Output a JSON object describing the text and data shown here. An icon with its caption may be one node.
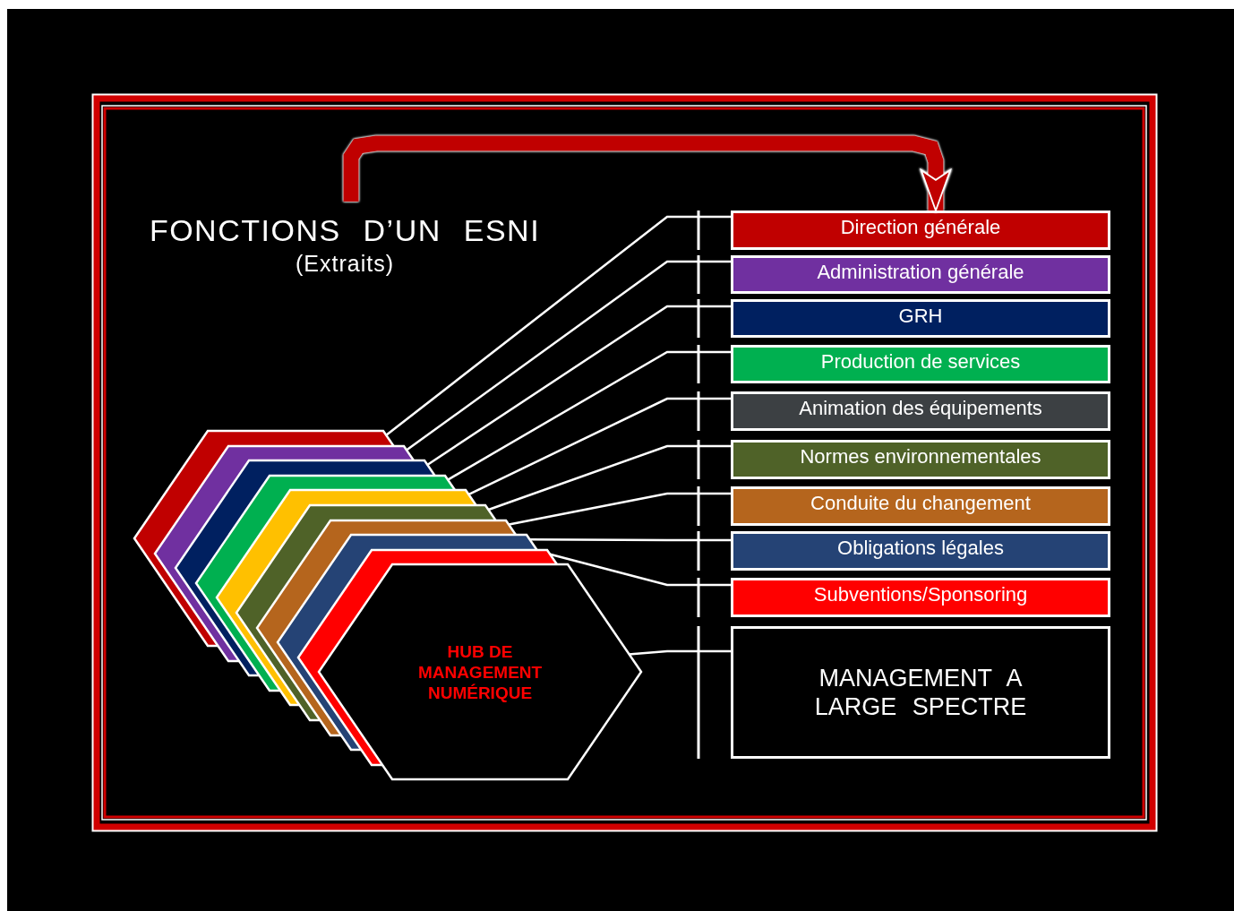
{
  "diagram": {
    "title": "FONCTIONS D’UN ESNI",
    "nodes": [
      {
        "text": [],
        "shape": "hexagon"
      },
      {
        "text": [],
        "shape": "hexagon",
        "in": 0
      },
      {
        "text": [],
        "shape": "hexagon",
        "in": 1
      },
      {
        "text": [],
        "shape": "hexagon",
        "in": 2
      },
      {
        "text": [],
        "shape": "hexagon",
        "in": 3
      },
      {
        "text": [],
        "shape": "hexagon",
        "in": 4
      },
      {
        "text": [],
        "shape": "hexagon",
        "in": 5
      },
      {
        "text": [],
        "shape": "hexagon",
        "in": 6
      },
      {
        "text": [],
        "shape": "hexagon",
        "in": 7
      },
      {
        "text": [
          "HUB DE MANAGEMENT NUMÉRIQUE"
        ],
        "in": 8
      },
      {
        "text": [
          "Direction générale"
        ]
      },
      {
        "text": [
          "Administration générale"
        ]
      },
      {
        "text": [
          "GRH"
        ]
      },
      {
        "text": [
          "Production de services"
        ]
      },
      {
        "text": [
          "Animation des équipements"
        ]
      },
      {
        "text": [
          "Normes environnementales"
        ]
      },
      {
        "text": [
          "Conduite du changement"
        ]
      },
      {
        "text": [
          "Obligations légales"
        ]
      },
      {
        "text": [
          "Subventions/Sponsoring"
        ]
      },
      {
        "text": [
          "MANAGEMENT A LARGE SPECTRE"
        ]
      }
    ],
    "edges": [
      {
        "from": 0,
        "to": 10,
        "arrow": "other"
      },
      {
        "from": 1,
        "to": 11,
        "arrow": "other"
      },
      {
        "from": 2,
        "to": 12,
        "arrow": "other"
      },
      {
        "from": 3,
        "to": 13,
        "arrow": "other"
      },
      {
        "from": 4,
        "to": 14,
        "arrow": "other"
      },
      {
        "from": 5,
        "to": 15,
        "arrow": "other"
      },
      {
        "from": 6,
        "to": 16,
        "arrow": "other"
      },
      {
        "from": 7,
        "to": 17,
        "arrow": "other"
      },
      {
        "from": 8,
        "to": 18,
        "arrow": "other"
      },
      {
        "from": 9,
        "to": 19,
        "arrow": "other"
      },
      {
        "from": null,
        "to": 10,
        "arrow": "to",
        "style": "thick",
        "color": "#c00000"
      }
    ],
    "labels": [
      "(Extraits)"
    ]
  }
}
